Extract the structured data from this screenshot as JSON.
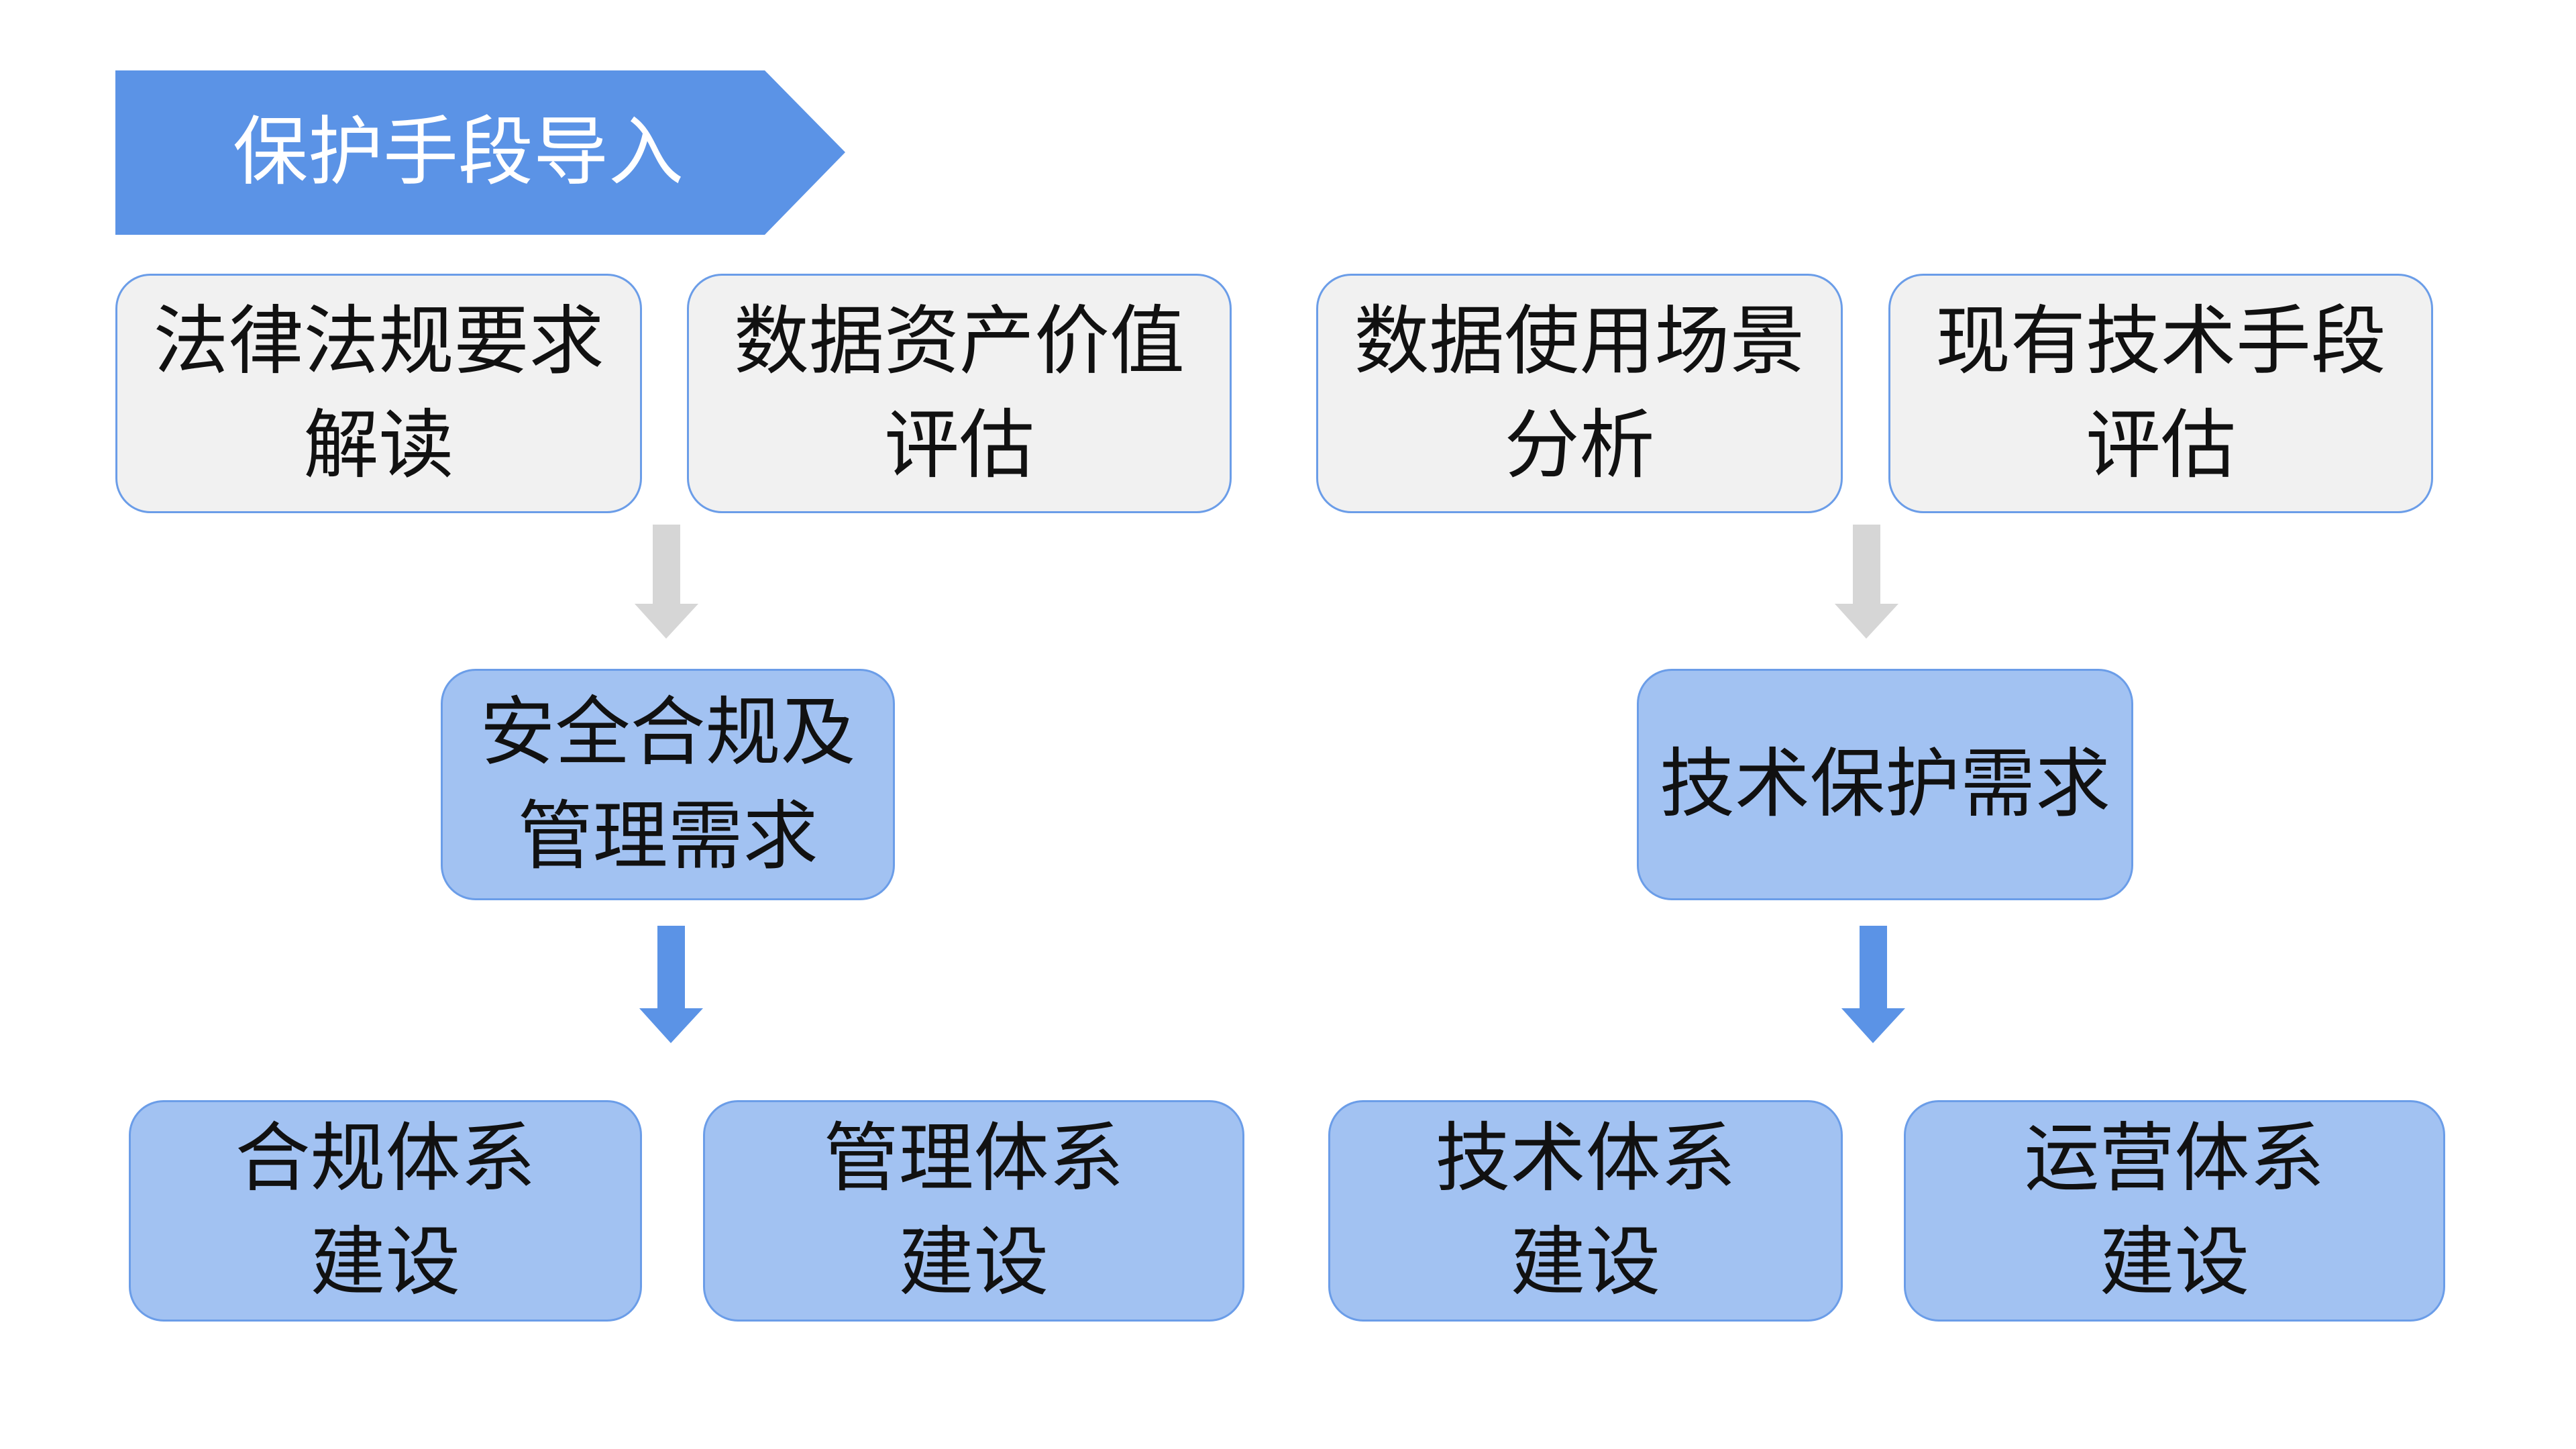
{
  "banner": {
    "title": "保护手段导入"
  },
  "inputs": [
    {
      "line1": "法律法规要求",
      "line2": "解读"
    },
    {
      "line1": "数据资产价值",
      "line2": "评估"
    },
    {
      "line1": "数据使用场景",
      "line2": "分析"
    },
    {
      "line1": "现有技术手段",
      "line2": "评估"
    }
  ],
  "requirements": [
    {
      "line1": "安全合规及",
      "line2": "管理需求"
    },
    {
      "line1": "技术保护需求"
    }
  ],
  "outputs": [
    {
      "line1": "合规体系",
      "line2": "建设"
    },
    {
      "line1": "管理体系",
      "line2": "建设"
    },
    {
      "line1": "技术体系",
      "line2": "建设"
    },
    {
      "line1": "运营体系",
      "line2": "建设"
    }
  ],
  "colors": {
    "banner": "#5b93e6",
    "gray_box": "#f1f1f1",
    "blue_box": "#a2c2f2",
    "box_border": "#6b9de8",
    "gray_arrow": "#d6d6d6",
    "blue_arrow": "#5b93e6"
  }
}
